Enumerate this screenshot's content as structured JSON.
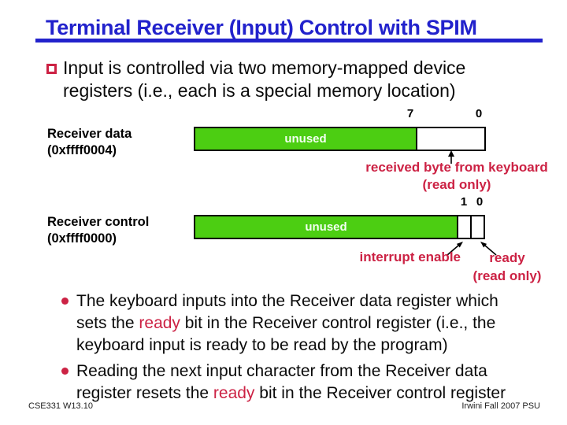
{
  "slide_title": "Terminal Receiver (Input) Control with SPIM",
  "intro_bullet": {
    "line1": "Input is controlled via two memory-mapped device",
    "line2": "registers (i.e., each is a special memory location)"
  },
  "receiver_data": {
    "label_line1": "Receiver data",
    "label_line2": "(0xffff0004)",
    "bit_high": "7",
    "bit_low": "0",
    "unused_label": "unused",
    "annotation_line1": "received byte from keyboard",
    "annotation_line2": "(read only)"
  },
  "receiver_control": {
    "label_line1": "Receiver control",
    "label_line2": "(0xffff0000)",
    "bit_high": "1",
    "bit_low": "0",
    "unused_label": "unused",
    "annotation_interrupt": "interrupt enable",
    "annotation_ready_line1": "ready",
    "annotation_ready_line2": "(read only)"
  },
  "notes": {
    "item1": {
      "line1": "The keyboard inputs into the Receiver data register which",
      "line2_pre": "sets the ",
      "line2_red": "ready",
      "line2_post": " bit in the Receiver control register (i.e., the",
      "line3": "keyboard input is ready to be read by the program)"
    },
    "item2": {
      "line1": "Reading the next input character from the Receiver data",
      "line2_pre": "register resets the ",
      "line2_red": "ready",
      "line2_post": " bit in the Receiver control register"
    }
  },
  "footer": {
    "left": "CSE331 W13.10",
    "right": "Irwini Fall 2007 PSU"
  },
  "colors": {
    "title_blue": "#2222CC",
    "accent_red": "#CC2244",
    "unused_green": "#4CCE12"
  }
}
